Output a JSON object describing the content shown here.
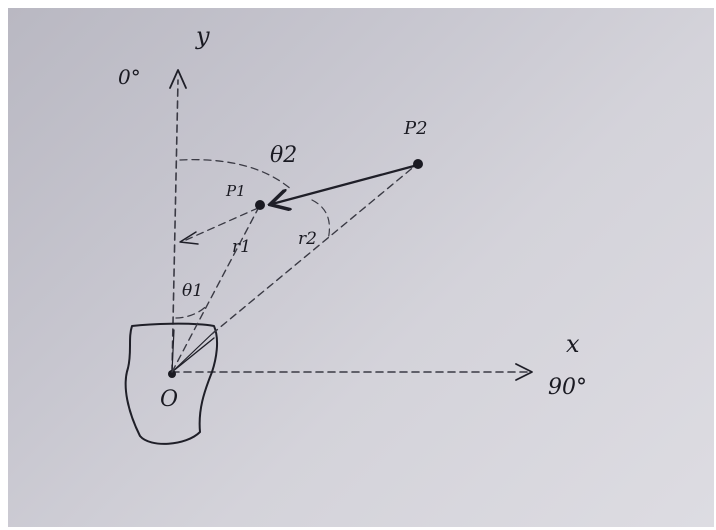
{
  "labels": {
    "y_axis": "y",
    "zero_deg": "0°",
    "x_axis": "x",
    "ninety_deg": "90°",
    "origin": "O",
    "p1": "P1",
    "p2": "P2",
    "r1": "r1",
    "r2": "r2",
    "theta1": "θ1",
    "theta2": "θ2"
  }
}
